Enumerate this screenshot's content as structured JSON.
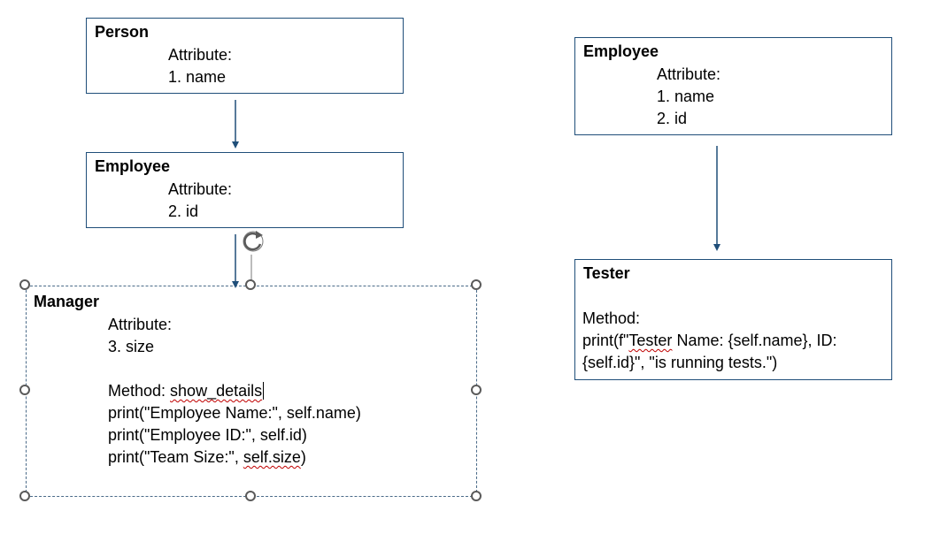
{
  "colors": {
    "box_border": "#1f4e79",
    "arrow": "#1f4e79",
    "spellcheck_underline": "#c00000",
    "handle_border": "#5a5a5a"
  },
  "person_box": {
    "title": "Person",
    "lines": [
      "Attribute:",
      "1. name"
    ]
  },
  "employee_box_left": {
    "title": "Employee",
    "lines": [
      "Attribute:",
      "2. id"
    ]
  },
  "manager_box": {
    "title": "Manager",
    "lines": [
      "Attribute:",
      "3. size"
    ],
    "method_prefix": "Method: ",
    "method_name": "show_details",
    "code": [
      "print(\"Employee Name:\", self.name)",
      "print(\"Employee ID:\", self.id)"
    ],
    "code_last_prefix": "print(\"Team Size:\", ",
    "code_last_squiggle": "self.size",
    "code_last_suffix": ")"
  },
  "employee_box_right": {
    "title": "Employee",
    "lines": [
      "Attribute:",
      "1. name",
      "2. id"
    ]
  },
  "tester_box": {
    "title": "Tester",
    "method_label": " Method:",
    "code_prefix": "print(f\"",
    "code_squiggle": "Tester",
    "code_rest": " Name: {self.name}, ID:",
    "code_line2": "{self.id}\", \"is running tests.\")"
  },
  "icons": {
    "rotate_handle": "rotate-icon"
  }
}
